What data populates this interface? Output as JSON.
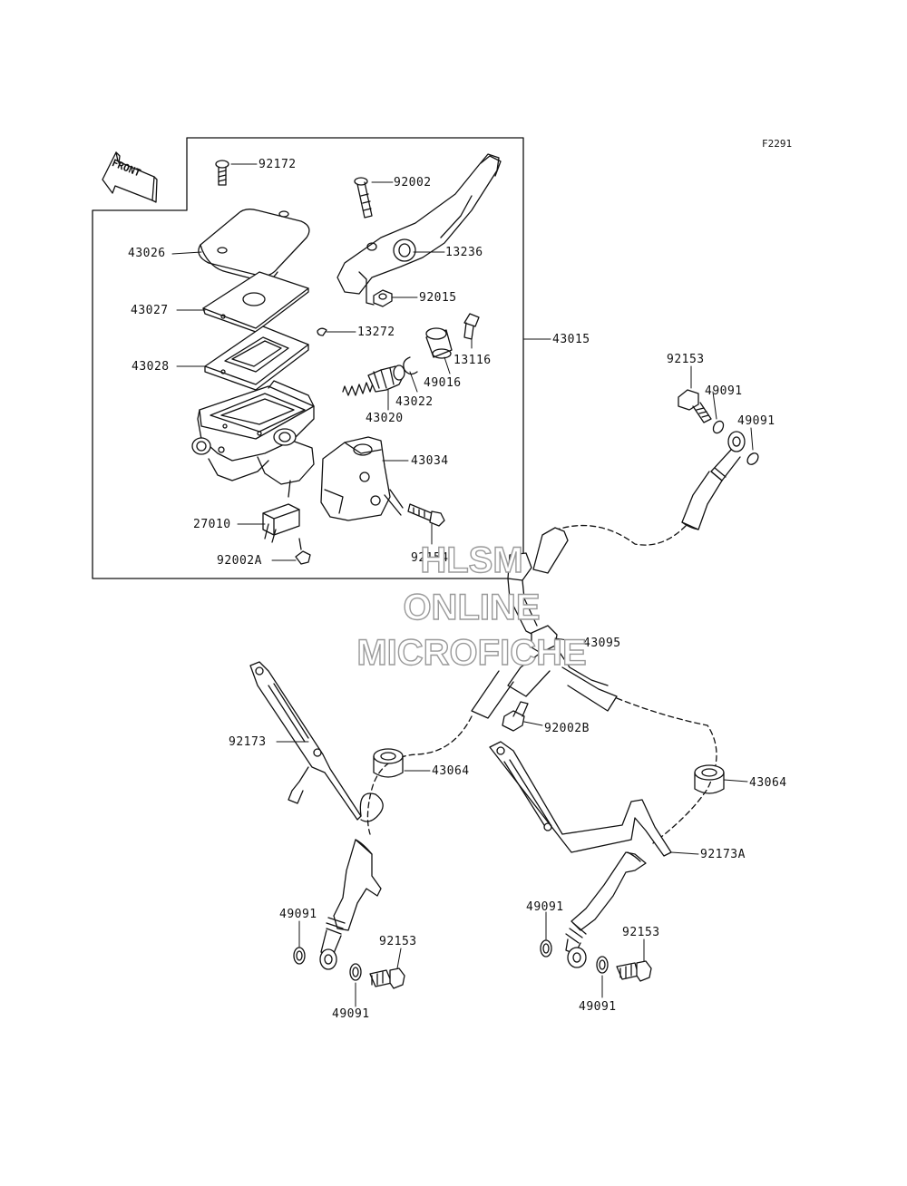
{
  "figure": {
    "id": "F2291"
  },
  "front_arrow": {
    "label": "FRONT"
  },
  "watermark": {
    "line1": "HLSM",
    "line2": "ONLINE",
    "line3": "MICROFICHE"
  },
  "parts": {
    "p92172": "92172",
    "p92002": "92002",
    "p43026": "43026",
    "p13236": "13236",
    "p43027": "43027",
    "p92015": "92015",
    "p13272": "13272",
    "p13116": "13116",
    "p43015": "43015",
    "p43028": "43028",
    "p49016": "49016",
    "p43022": "43022",
    "p43020": "43020",
    "p43034": "43034",
    "p27010": "27010",
    "p92154": "92154",
    "p92002A": "92002A",
    "p92153_top": "92153",
    "p49091_top1": "49091",
    "p49091_top2": "49091",
    "p43095": "43095",
    "p92002B": "92002B",
    "p92173": "92173",
    "p43064_left": "43064",
    "p43064_right": "43064",
    "p92173A": "92173A",
    "p49091_bl1": "49091",
    "p92153_bl": "92153",
    "p49091_bl2": "49091",
    "p49091_br1": "49091",
    "p92153_br": "92153",
    "p49091_br2": "49091"
  }
}
